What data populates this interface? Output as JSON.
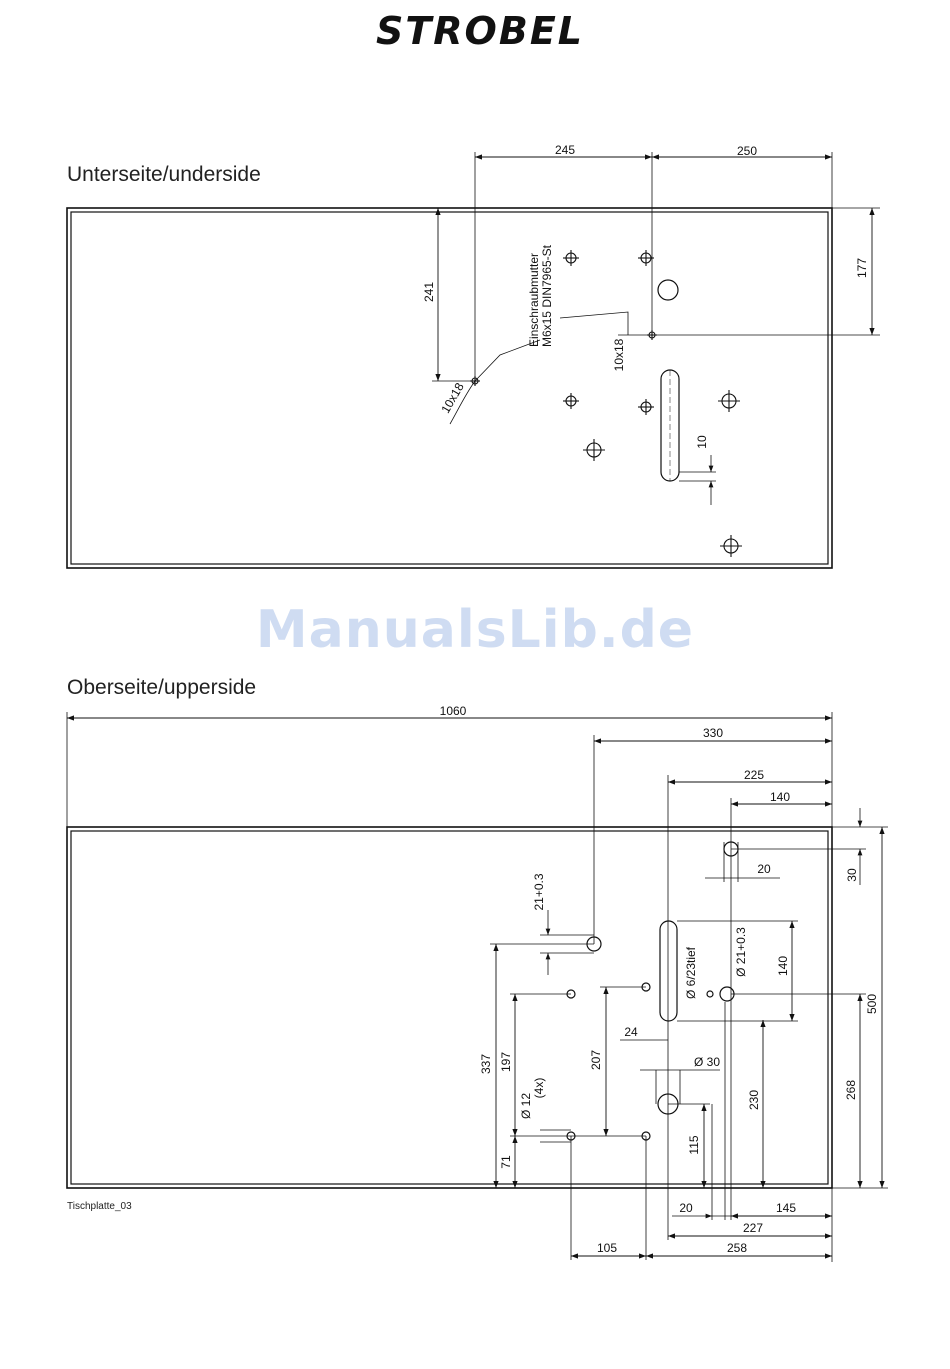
{
  "brand": {
    "name": "STROBEL"
  },
  "watermark": "ManualsLib.de",
  "sections": {
    "underside": {
      "title": "Unterseite/underside",
      "dims": {
        "d245": "245",
        "d250": "250",
        "d177": "177",
        "d241": "241",
        "d10": "10",
        "d10x18a": "10x18",
        "d10x18b": "10x18"
      },
      "note": {
        "line1": "Einschraubmutter",
        "line2": "M6x15 DIN7965-St"
      }
    },
    "upperside": {
      "title": "Oberseite/upperside",
      "dims": {
        "d1060": "1060",
        "d330": "330",
        "d225": "225",
        "d140a": "140",
        "d20a": "20",
        "d30": "30",
        "d500": "500",
        "d21a": "21+0.3",
        "d21b": "Ø 21+0.3",
        "d140b": "140",
        "d6": "Ø 6/23tief",
        "d24": "24",
        "dphi30": "Ø 30",
        "d337": "337",
        "d197": "197",
        "d207": "207",
        "d12": "Ø 12",
        "d4x": "(4x)",
        "d230": "230",
        "d268": "268",
        "d115": "115",
        "d71": "71",
        "d20b": "20",
        "d145": "145",
        "d227": "227",
        "d105": "105",
        "d258": "258"
      }
    }
  },
  "caption": "Tischplatte_03"
}
